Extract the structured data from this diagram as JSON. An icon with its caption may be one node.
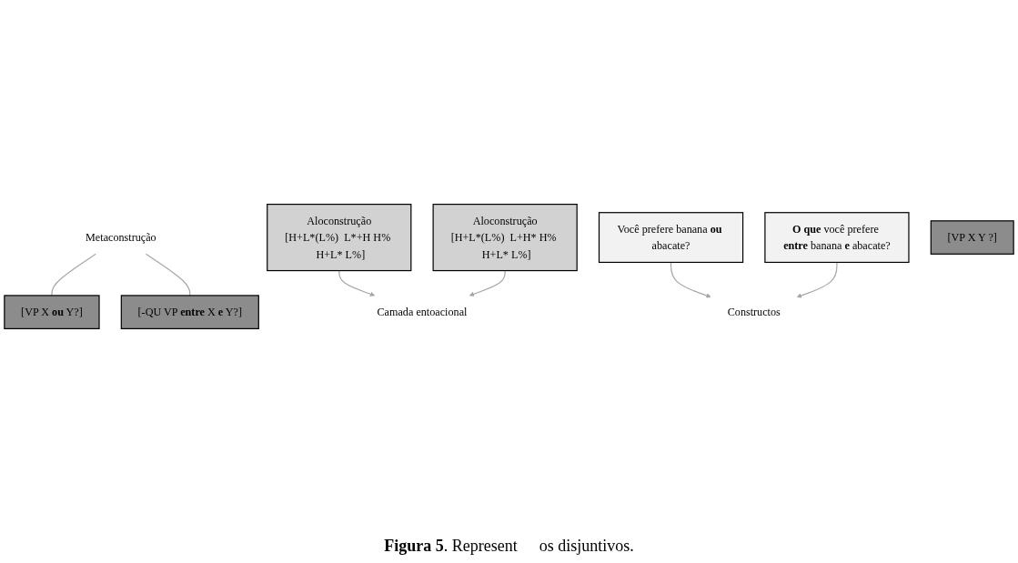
{
  "diagram": {
    "caption": "**Figura 5**. Represent",
    "nodes": [
      {
        "text": [
          "Metaconstrução"
        ]
      },
      {
        "text": [
          "[VP X **ou** Y?]"
        ]
      },
      {
        "text": [
          "[-QU VP **entre** X **e** Y?]"
        ]
      },
      {
        "text": [
          "Aloconstrução",
          "[H+L*(L%)  L*+H H%  H+L* L%]"
        ]
      },
      {
        "text": [
          "Aloconstrução",
          "[H+L*(L%)  L+H* H%  H+L* L%]"
        ]
      },
      {
        "text": [
          "Camada entoacional"
        ]
      },
      {
        "text": [
          "Você prefere banana **ou** abacate?"
        ]
      },
      {
        "text": [
          "**O que** você prefere **entre** banana **e** abacate?"
        ]
      },
      {
        "text": [
          "Constructos"
        ]
      },
      {
        "text": [
          "[VP X      Y ?]"
        ]
      }
    ],
    "edges": [
      {
        "from": 0,
        "to": 1,
        "arrow": "none"
      },
      {
        "from": 0,
        "to": 2,
        "arrow": "none"
      },
      {
        "from": 3,
        "to": 5,
        "arrow": "to"
      },
      {
        "from": 4,
        "to": 5,
        "arrow": "to"
      },
      {
        "from": 6,
        "to": 8,
        "arrow": "to"
      },
      {
        "from": 7,
        "to": 8,
        "arrow": "to"
      }
    ],
    "labels": [
      "os disjuntivos."
    ]
  }
}
